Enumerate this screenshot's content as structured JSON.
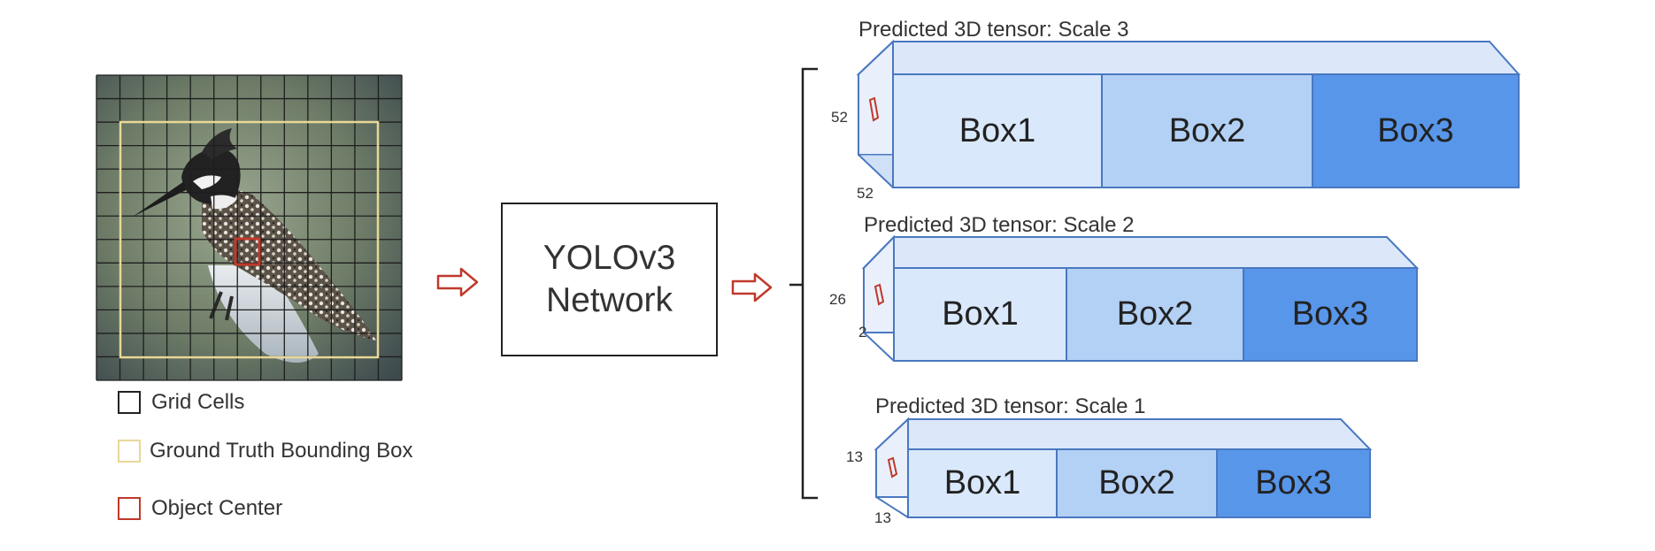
{
  "legend": {
    "items": [
      {
        "label": "Grid Cells",
        "color": "#222222"
      },
      {
        "label": "Ground Truth Bounding Box",
        "color": "#e8d897"
      },
      {
        "label": "Object Center",
        "color": "#c0392b"
      }
    ]
  },
  "network": {
    "line1": "YOLOv3",
    "line2": "Network"
  },
  "colors": {
    "arrow": "#c0392b",
    "box1": "#d9e8fb",
    "box2": "#b3d0f5",
    "box3": "#5896ea",
    "tensor_edge": "#4a78c0",
    "tensor_top": "#dce8fa",
    "tensor_side": "#e9f0fb"
  },
  "tensors": [
    {
      "title": "Predicted 3D tensor: Scale 3",
      "dim_height": "52",
      "dim_width": "52",
      "boxes": [
        "Box1",
        "Box2",
        "Box3"
      ]
    },
    {
      "title": "Predicted 3D tensor: Scale 2",
      "dim_height": "26",
      "dim_width": "2",
      "boxes": [
        "Box1",
        "Box2",
        "Box3"
      ]
    },
    {
      "title": "Predicted 3D tensor: Scale 1",
      "dim_height": "13",
      "dim_width": "13",
      "boxes": [
        "Box1",
        "Box2",
        "Box3"
      ]
    }
  ]
}
